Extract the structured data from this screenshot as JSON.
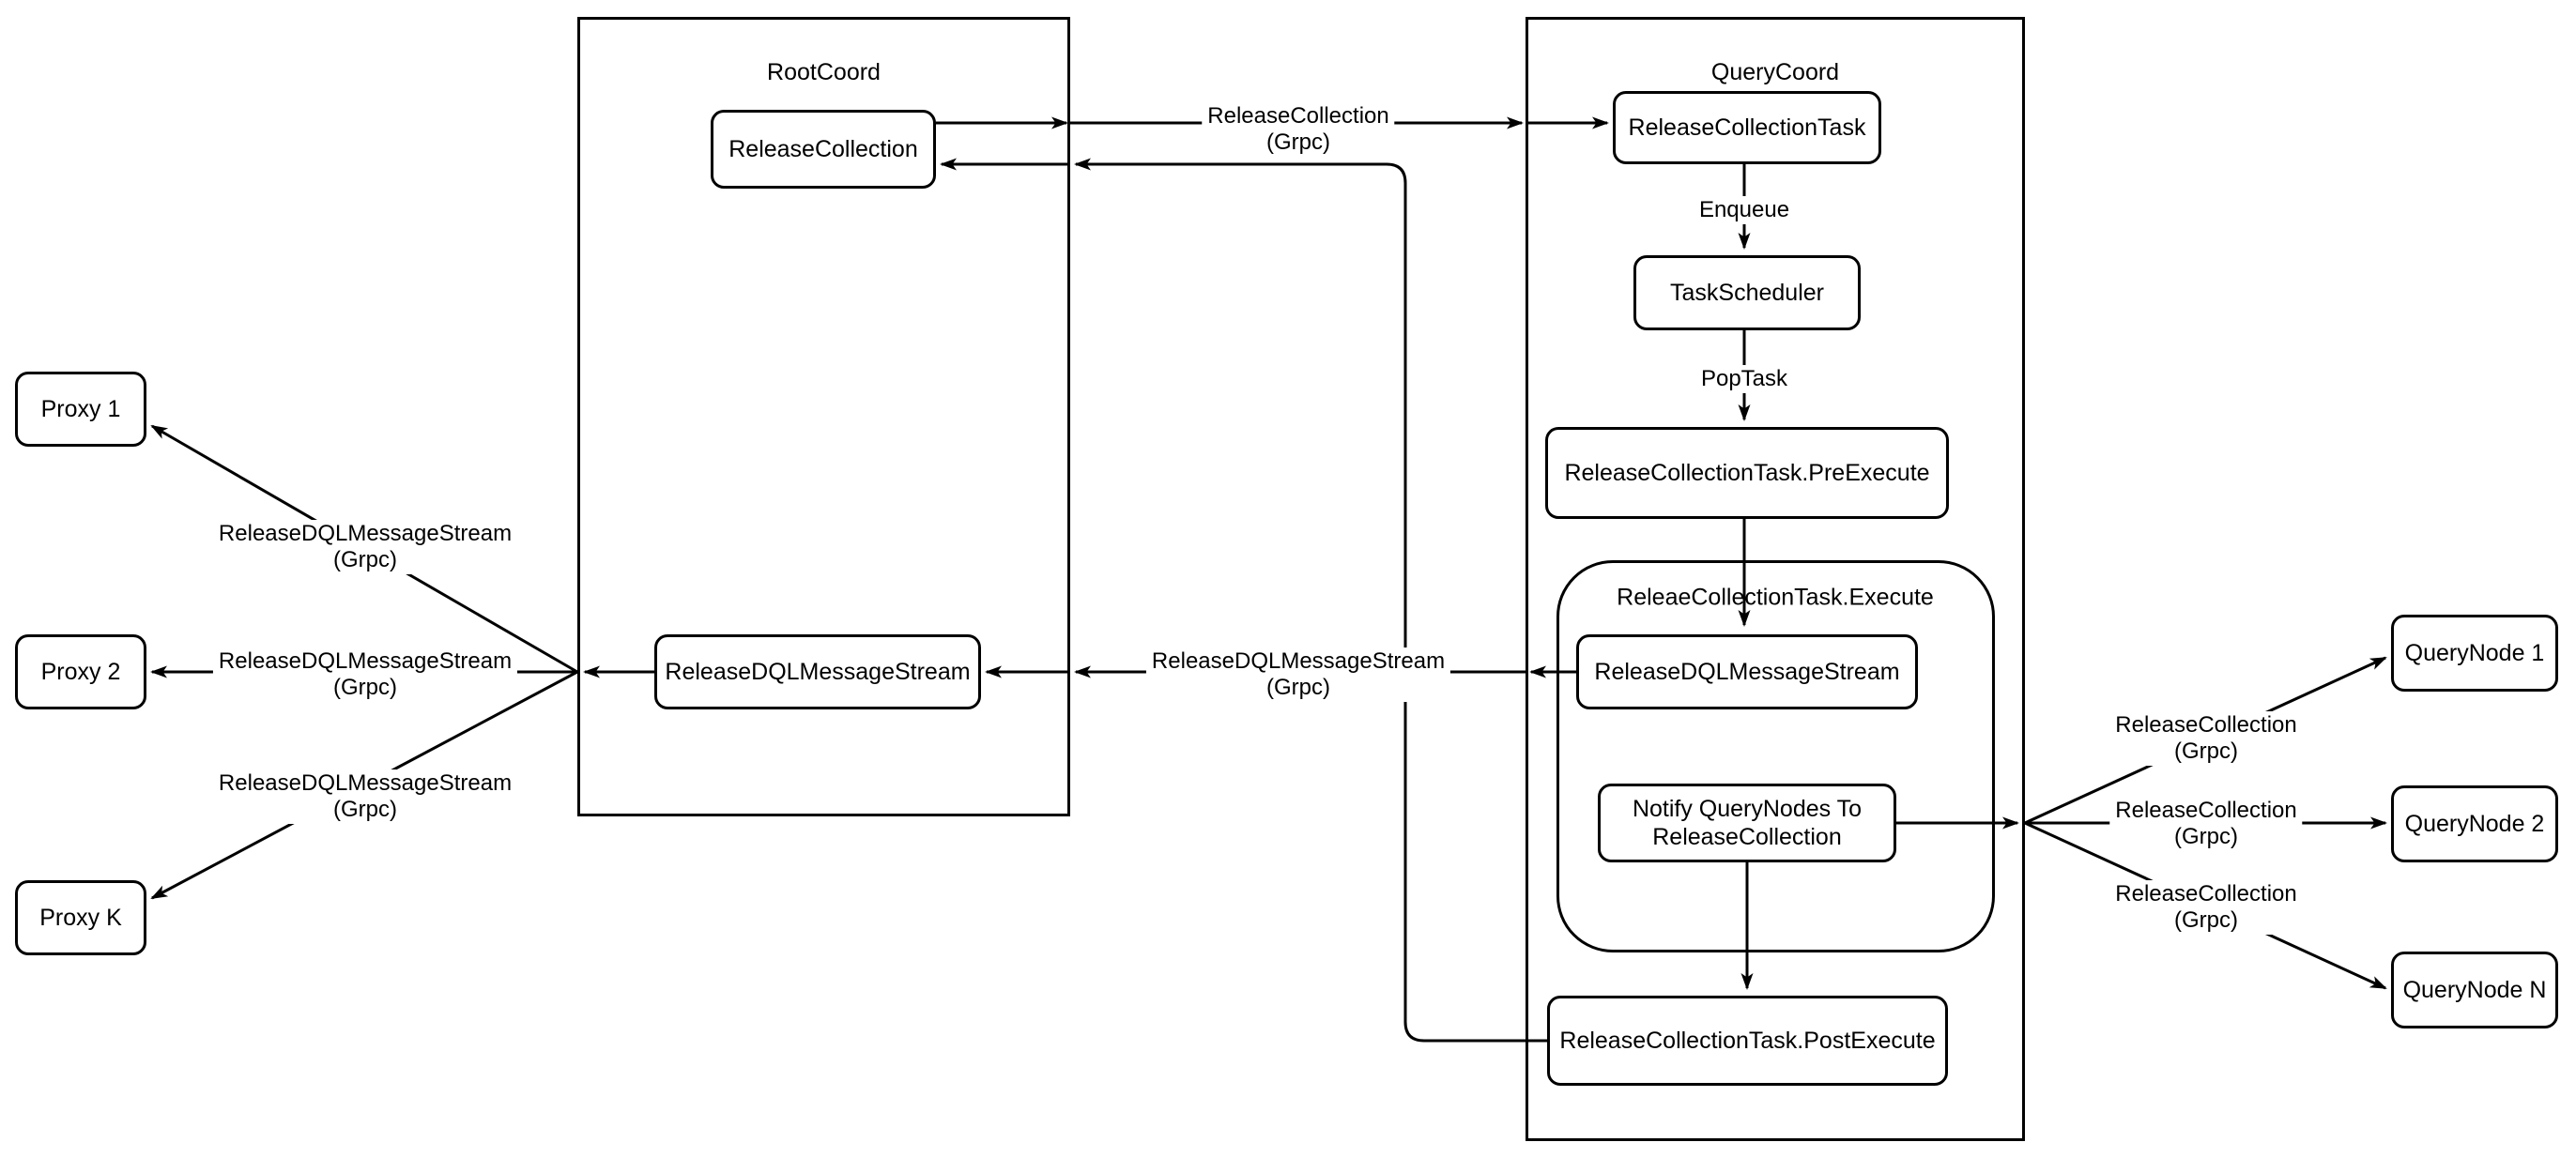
{
  "diagram": {
    "colors": {
      "stroke": "#000000",
      "node_fill": "#ffffff",
      "background": "#ffffff"
    },
    "containers": {
      "rootcoord": {
        "title": "RootCoord"
      },
      "querycoord": {
        "title": "QueryCoord"
      },
      "execute_group": {
        "title": "ReleaeCollectionTask.Execute"
      }
    },
    "nodes": {
      "proxy1": {
        "label": "Proxy 1"
      },
      "proxy2": {
        "label": "Proxy 2"
      },
      "proxyk": {
        "label": "Proxy K"
      },
      "release_collection": {
        "label": "ReleaseCollection"
      },
      "root_dql_stream": {
        "label": "ReleaseDQLMessageStream"
      },
      "release_collection_task": {
        "label": "ReleaseCollectionTask"
      },
      "task_scheduler": {
        "label": "TaskScheduler"
      },
      "pre_execute": {
        "label": "ReleaseCollectionTask.PreExecute"
      },
      "qc_dql_stream": {
        "label": "ReleaseDQLMessageStream"
      },
      "notify": {
        "line1": "Notify QueryNodes To",
        "line2": "ReleaseCollection"
      },
      "post_execute": {
        "label": "ReleaseCollectionTask.PostExecute"
      },
      "querynode1": {
        "label": "QueryNode 1"
      },
      "querynode2": {
        "label": "QueryNode 2"
      },
      "querynoden": {
        "label": "QueryNode N"
      }
    },
    "edge_labels": {
      "rc_grpc": {
        "line1": "ReleaseCollection",
        "line2": "(Grpc)"
      },
      "enqueue": {
        "text": "Enqueue"
      },
      "poptask": {
        "text": "PopTask"
      },
      "dql_mid": {
        "line1": "ReleaseDQLMessageStream",
        "line2": "(Grpc)"
      },
      "dql_p1": {
        "line1": "ReleaseDQLMessageStream",
        "line2": "(Grpc)"
      },
      "dql_p2": {
        "line1": "ReleaseDQLMessageStream",
        "line2": "(Grpc)"
      },
      "dql_pk": {
        "line1": "ReleaseDQLMessageStream",
        "line2": "(Grpc)"
      },
      "rc_qn1": {
        "line1": "ReleaseCollection",
        "line2": "(Grpc)"
      },
      "rc_qn2": {
        "line1": "ReleaseCollection",
        "line2": "(Grpc)"
      },
      "rc_qnn": {
        "line1": "ReleaseCollection",
        "line2": "(Grpc)"
      }
    }
  }
}
